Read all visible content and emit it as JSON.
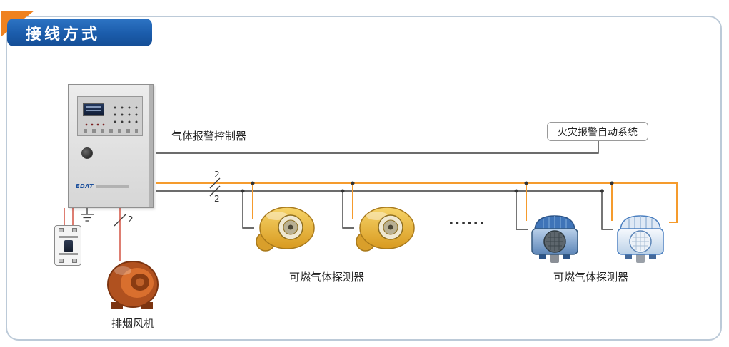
{
  "title": "接线方式",
  "diagram": {
    "controller_label": "气体报警控制器",
    "fire_system_label": "火灾报警自动系统",
    "detector_group_left_label": "可燃气体探测器",
    "detector_group_right_label": "可燃气体探测器",
    "fan_label": "排烟风机",
    "continuation_dots": "......",
    "panel_logo": "EDAT",
    "wire_counts": {
      "bus_top": "2",
      "bus_bottom": "2",
      "fan_branch": "2"
    }
  },
  "icons": {
    "controller": "gas-alarm-controller-panel",
    "circuit_breaker": "circuit-breaker",
    "exhaust_fan": "exhaust-fan",
    "detector_yellow": "combustible-gas-detector-yellow",
    "detector_blue": "combustible-gas-detector-blue"
  },
  "colors": {
    "banner_blue": "#1b5cab",
    "banner_accent_orange": "#ef8220",
    "frame_border": "#bccad8",
    "wire_orange": "#f59b2d",
    "wire_dark": "#3c3c3c",
    "wire_red": "#cf4636",
    "text": "#222222"
  }
}
